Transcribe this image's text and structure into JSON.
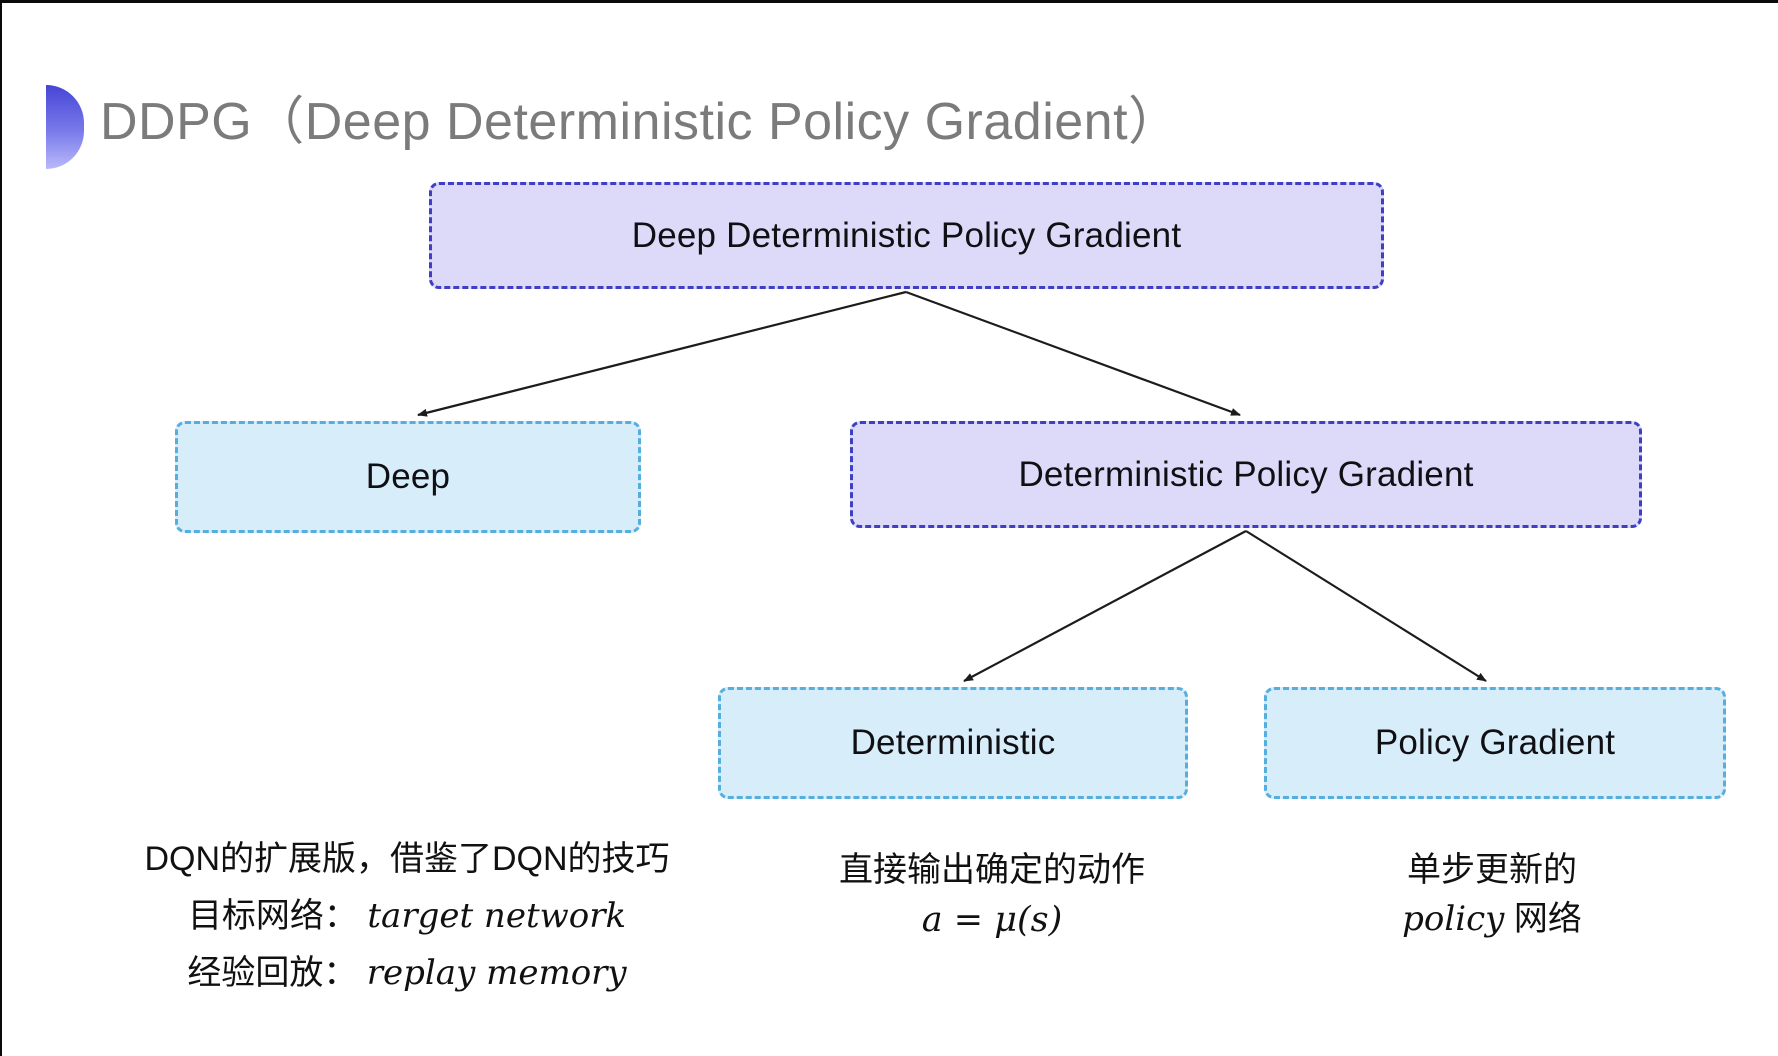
{
  "slide": {
    "title": "DDPG（Deep Deterministic Policy Gradient）"
  },
  "diagram": {
    "nodes": [
      {
        "id": "ddpg",
        "label": "Deep Deterministic Policy Gradient",
        "style": "purple"
      },
      {
        "id": "deep",
        "label": "Deep",
        "style": "blue"
      },
      {
        "id": "dpg",
        "label": "Deterministic Policy Gradient",
        "style": "purple"
      },
      {
        "id": "deterministic",
        "label": "Deterministic",
        "style": "blue"
      },
      {
        "id": "policy_gradient",
        "label": "Policy Gradient",
        "style": "blue"
      }
    ],
    "edges": [
      {
        "from": "ddpg",
        "to": "deep"
      },
      {
        "from": "ddpg",
        "to": "dpg"
      },
      {
        "from": "dpg",
        "to": "deterministic"
      },
      {
        "from": "dpg",
        "to": "policy_gradient"
      }
    ]
  },
  "notes": {
    "deep": {
      "line1": "DQN的扩展版，借鉴了DQN的技巧",
      "line2_label": "目标网络：",
      "line2_term": "target network",
      "line3_label": "经验回放：",
      "line3_term": "replay memory"
    },
    "deterministic": {
      "line1": "直接输出确定的动作",
      "formula": "a = μ(s)"
    },
    "policy_gradient": {
      "line1": "单步更新的",
      "line2_italic": "policy",
      "line2_rest": " 网络"
    }
  },
  "colors": {
    "title_text": "#7b7b7b",
    "accent_disc_top": "#4545d6",
    "accent_disc_bottom": "#b9b9fa",
    "node_purple_fill": "#dcdaf8",
    "node_purple_border": "#3f3fc6",
    "node_blue_fill": "#d8edfa",
    "node_blue_border": "#55aede",
    "arrow": "#1c1c1c",
    "frame_edge": "#0a0a0a"
  }
}
